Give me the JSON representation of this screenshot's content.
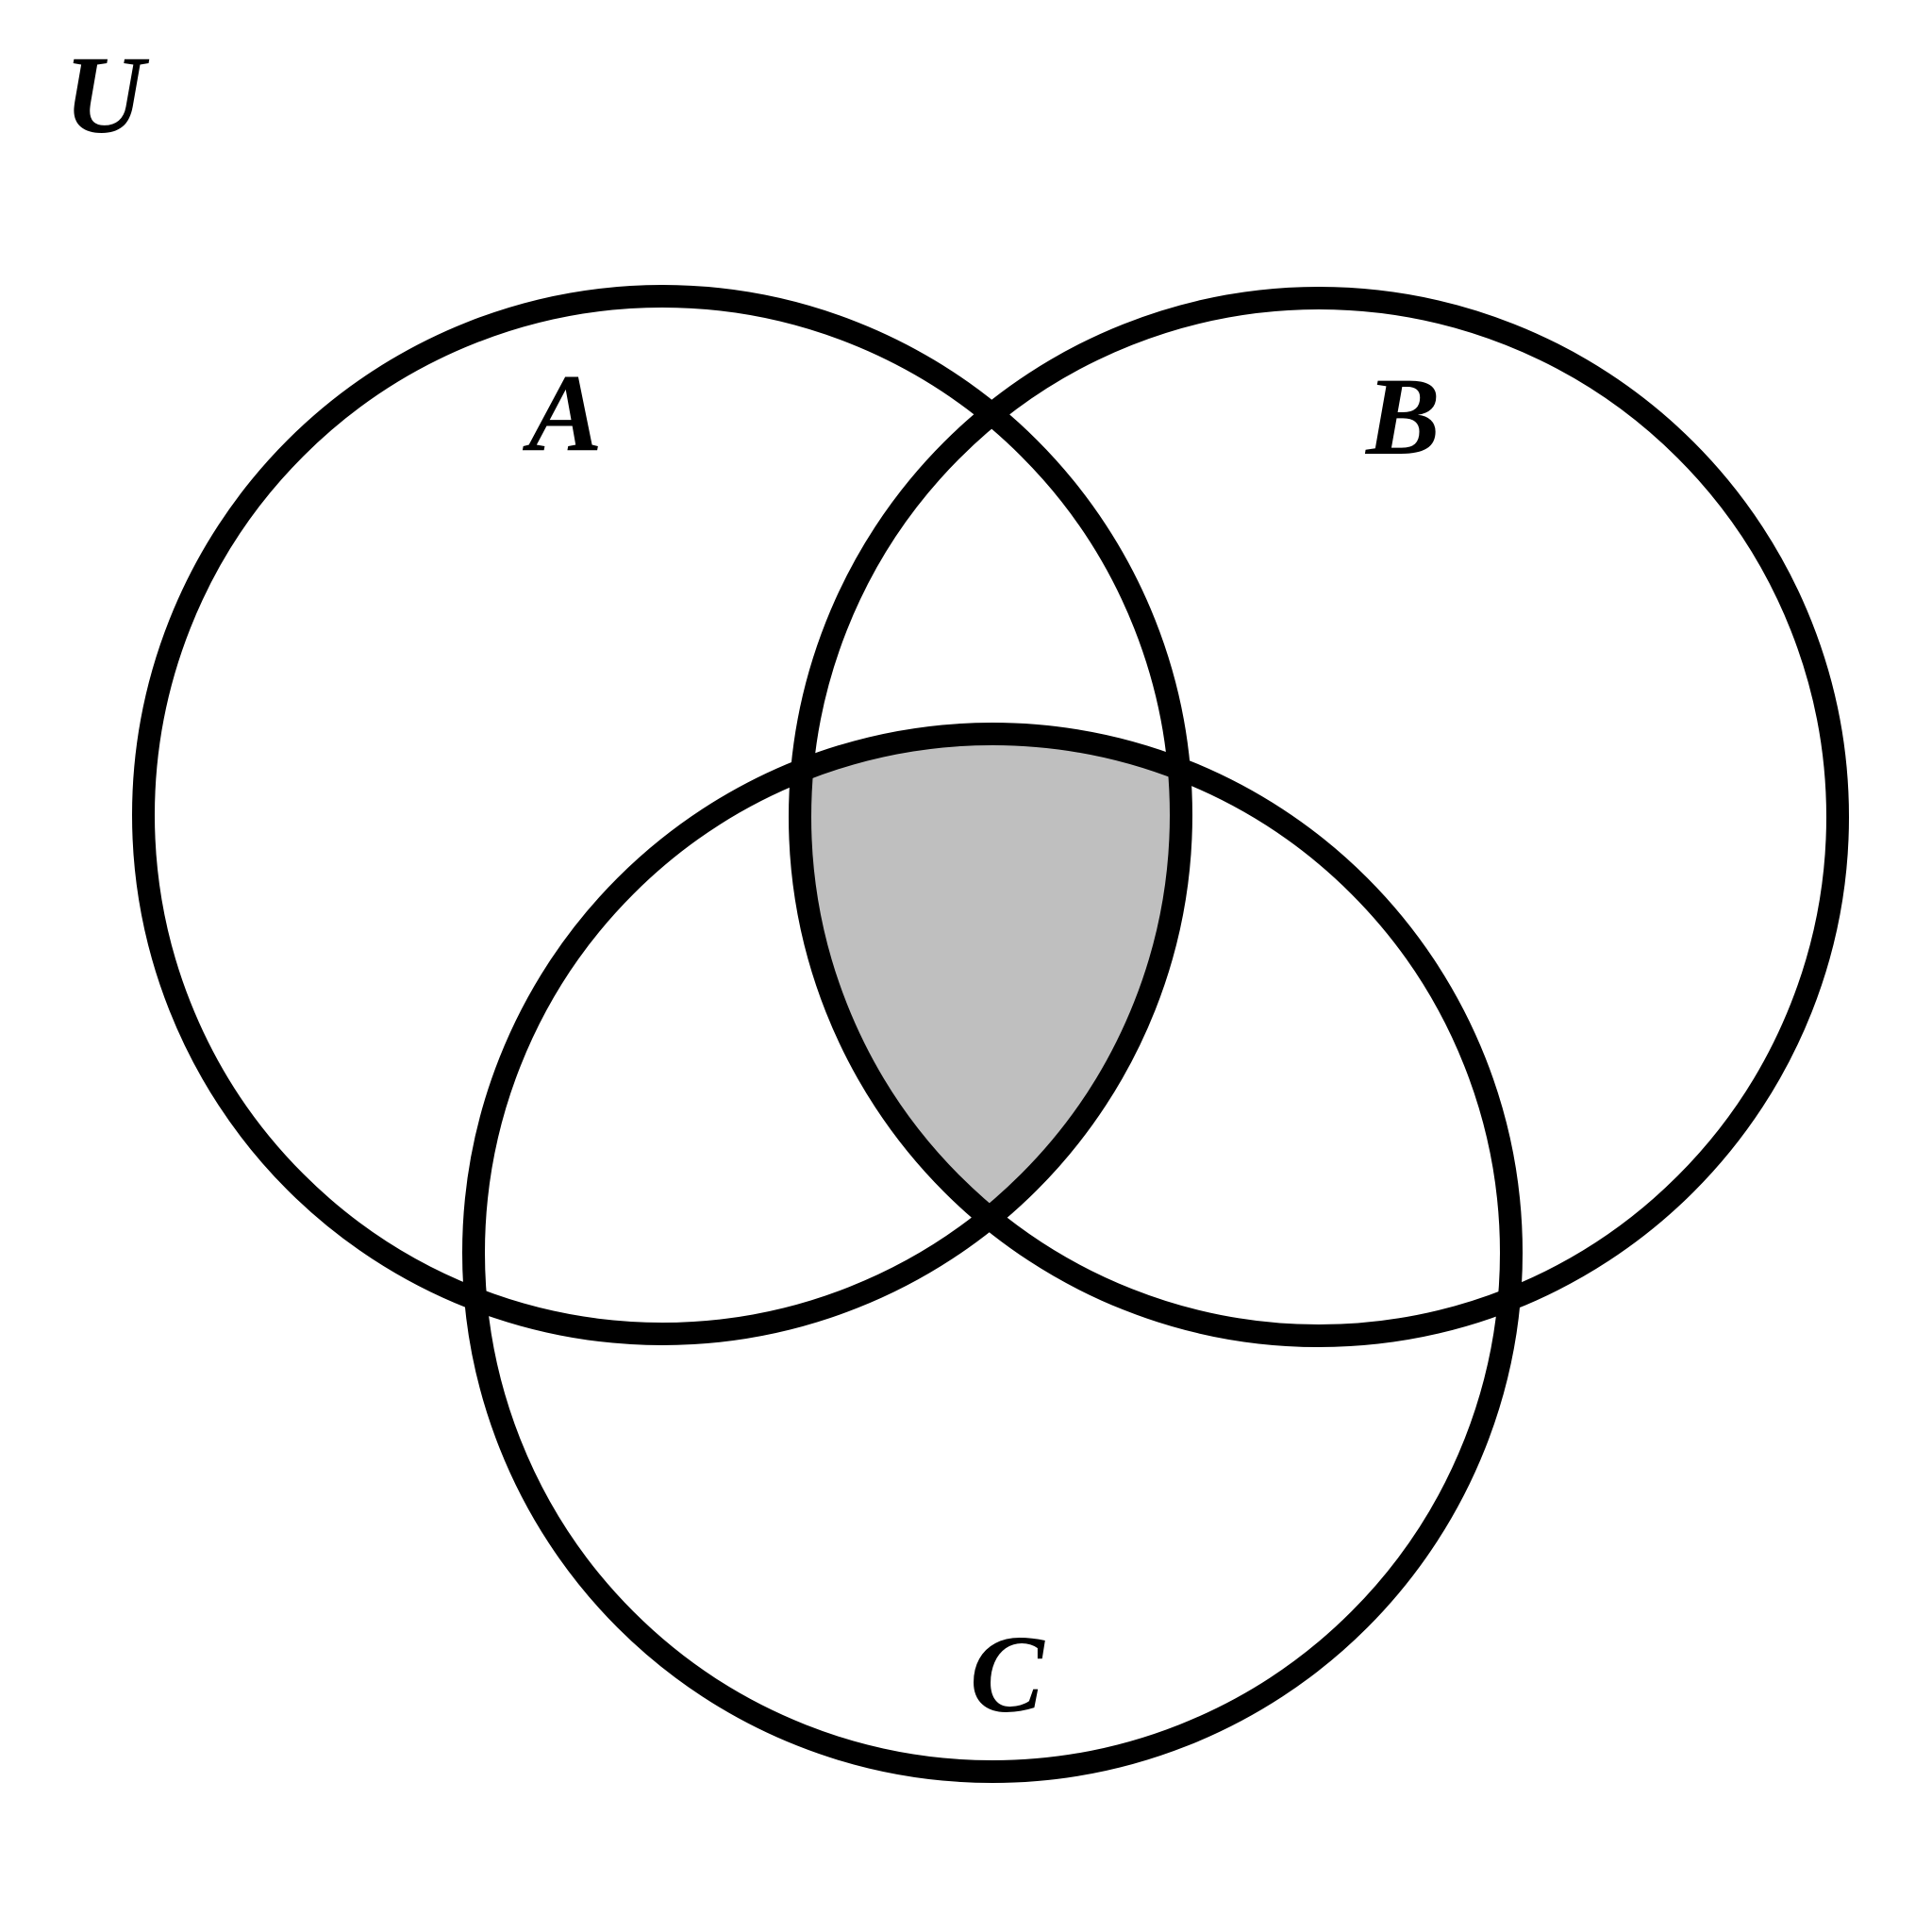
{
  "diagram": {
    "universe_label": "U",
    "sets": [
      {
        "id": "A",
        "label": "A"
      },
      {
        "id": "B",
        "label": "B"
      },
      {
        "id": "C",
        "label": "C"
      }
    ],
    "shaded_region": "A ∩ B ∩ C",
    "colors": {
      "outline": "#000000",
      "shade": "#bfbfbf",
      "background": "#ffffff"
    }
  }
}
